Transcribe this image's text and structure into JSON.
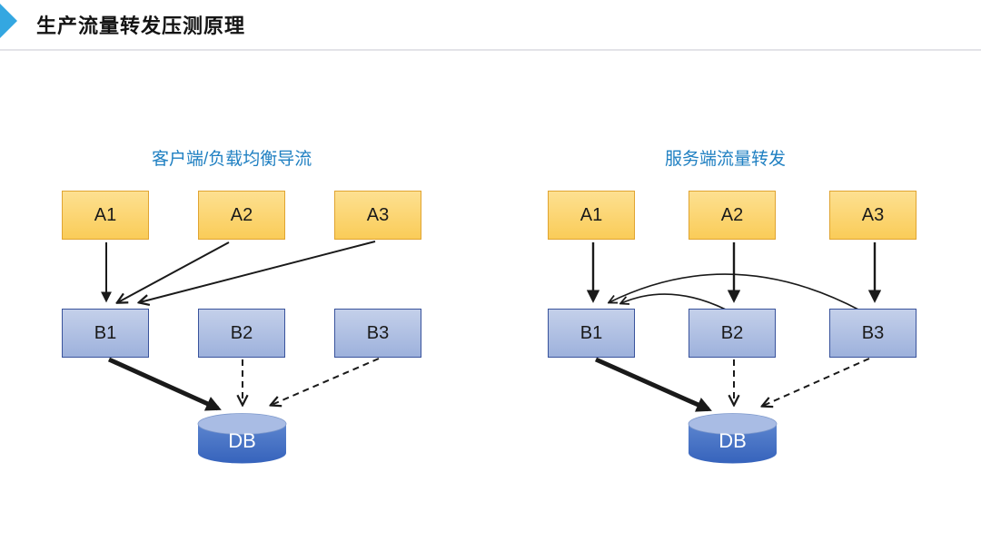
{
  "slide": {
    "title": "生产流量转发压测原理"
  },
  "left_diagram": {
    "heading": "客户端/负载均衡导流",
    "nodes": {
      "a1": "A1",
      "a2": "A2",
      "a3": "A3",
      "b1": "B1",
      "b2": "B2",
      "b3": "B3",
      "db": "DB"
    }
  },
  "right_diagram": {
    "heading": "服务端流量转发",
    "nodes": {
      "a1": "A1",
      "a2": "A2",
      "a3": "A3",
      "b1": "B1",
      "b2": "B2",
      "b3": "B3",
      "db": "DB"
    }
  },
  "colors": {
    "accent_blue": "#34A7E1",
    "heading_blue": "#2080C2",
    "node_a_fill": "#FBD36B",
    "node_a_border": "#E0A431",
    "node_b_fill": "#AABCE2",
    "node_b_border": "#39539C",
    "db_body": "#3B6EC5",
    "db_top": "#A9BCE4",
    "arrow_black": "#1A1A1A"
  }
}
